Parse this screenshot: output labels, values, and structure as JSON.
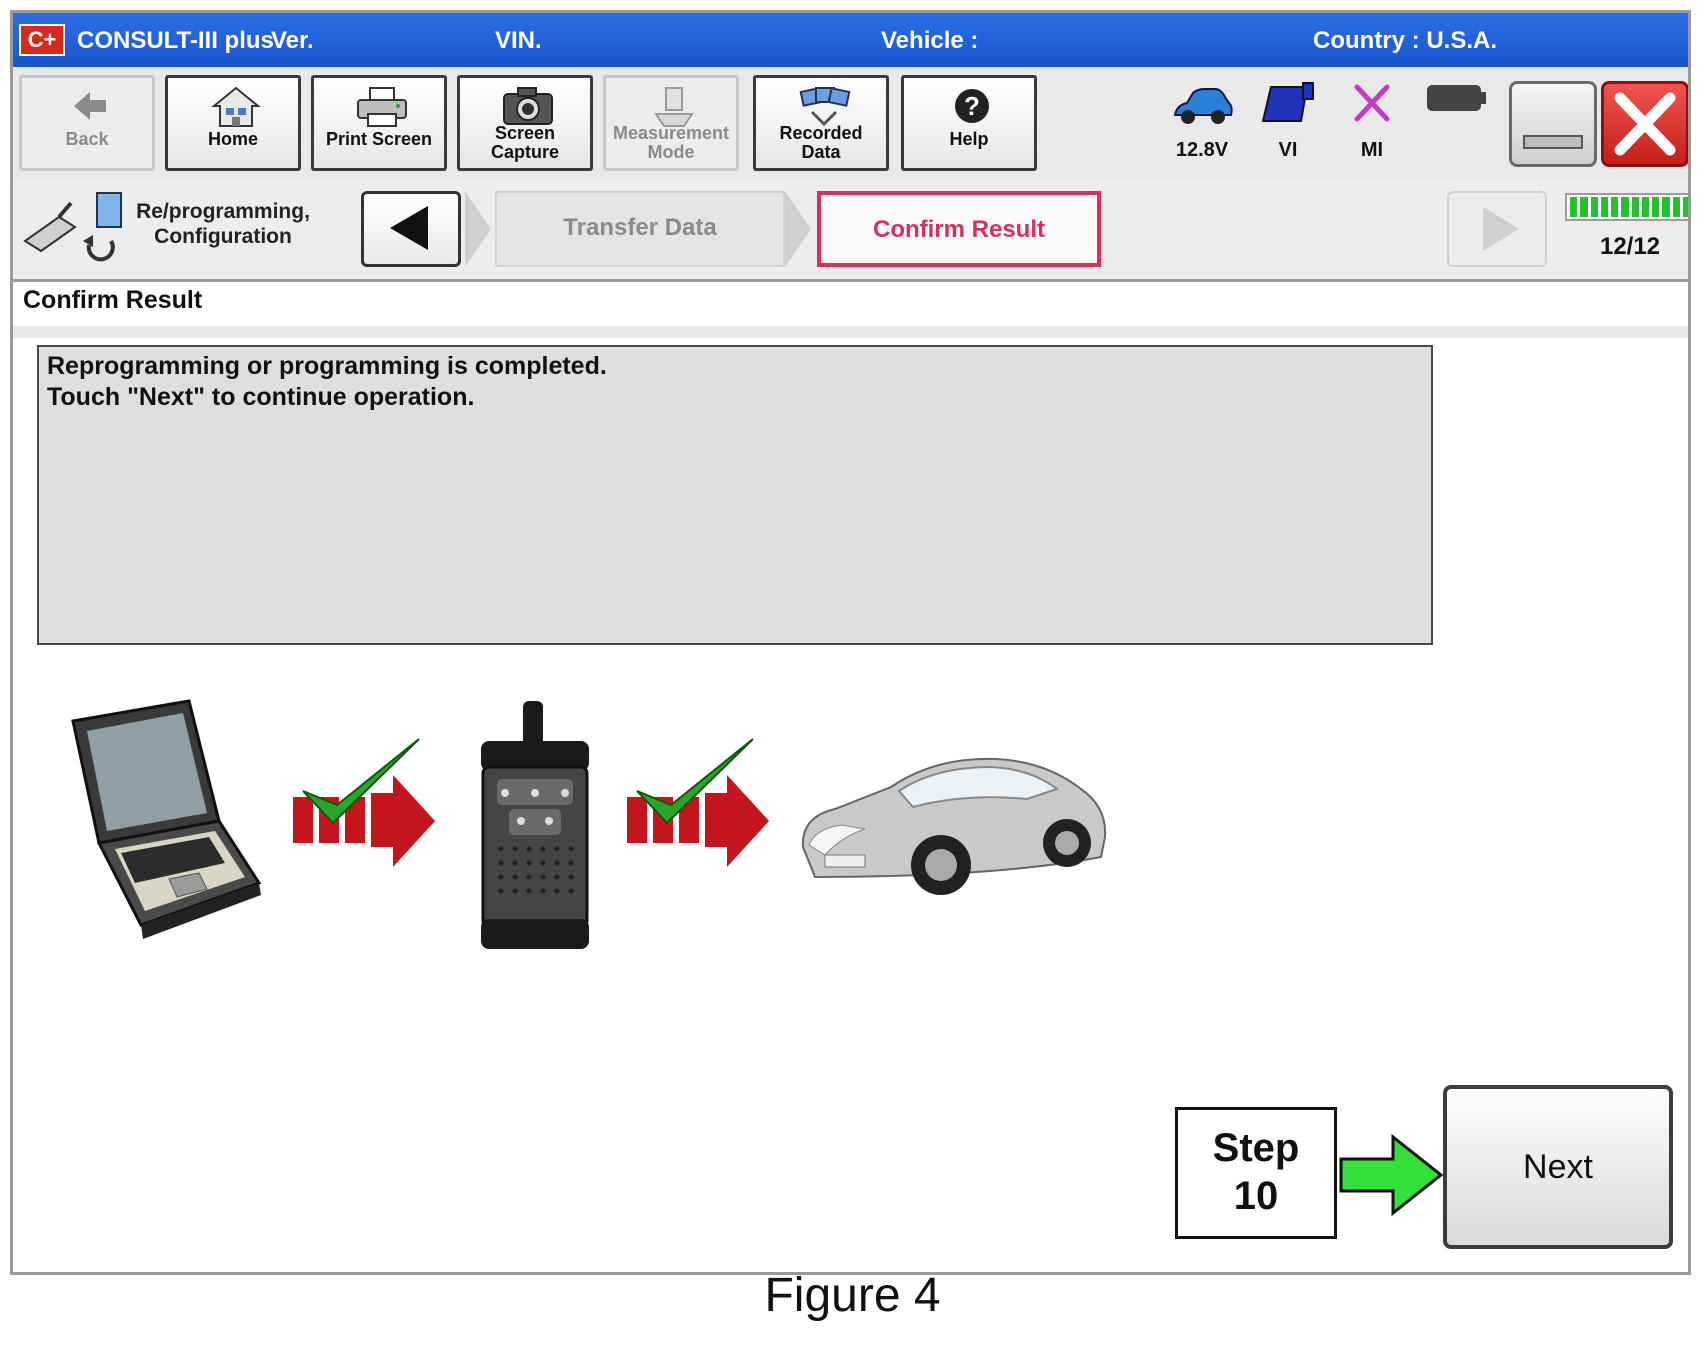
{
  "window": {
    "app_title": "CONSULT-III plus",
    "version_label": "Ver.",
    "vin_label": "VIN.",
    "vehicle_label": "Vehicle :",
    "country_label": "Country : U.S.A.",
    "logo_text": "C+"
  },
  "toolbar": {
    "back": "Back",
    "home": "Home",
    "print_screen": "Print Screen",
    "screen_capture_1": "Screen",
    "screen_capture_2": "Capture",
    "measurement_1": "Measurement",
    "measurement_2": "Mode",
    "recorded_1": "Recorded",
    "recorded_2": "Data",
    "help": "Help"
  },
  "status": {
    "battery_voltage": "12.8V",
    "vi": "VI",
    "mi": "MI"
  },
  "nav": {
    "reprog_line1": "Re/programming,",
    "reprog_line2": "Configuration",
    "step_prev": "Transfer Data",
    "step_current": "Confirm Result",
    "progress_text": "12/12",
    "progress_fraction": 1.0
  },
  "content": {
    "section_title": "Confirm Result",
    "message_line1": "Reprogramming or programming is completed.",
    "message_line2": "Touch \"Next\" to continue operation."
  },
  "step": {
    "line1": "Step",
    "line2": "10"
  },
  "next_button": "Next",
  "caption": "Figure 4",
  "colors": {
    "title_bar": "#1a55cf",
    "active_step": "#d6305c",
    "progress": "#23c02f",
    "check": "#2aa52a",
    "arrow_red": "#c4161c",
    "arrow_green": "#33e03a",
    "close_red": "#e0312c"
  }
}
